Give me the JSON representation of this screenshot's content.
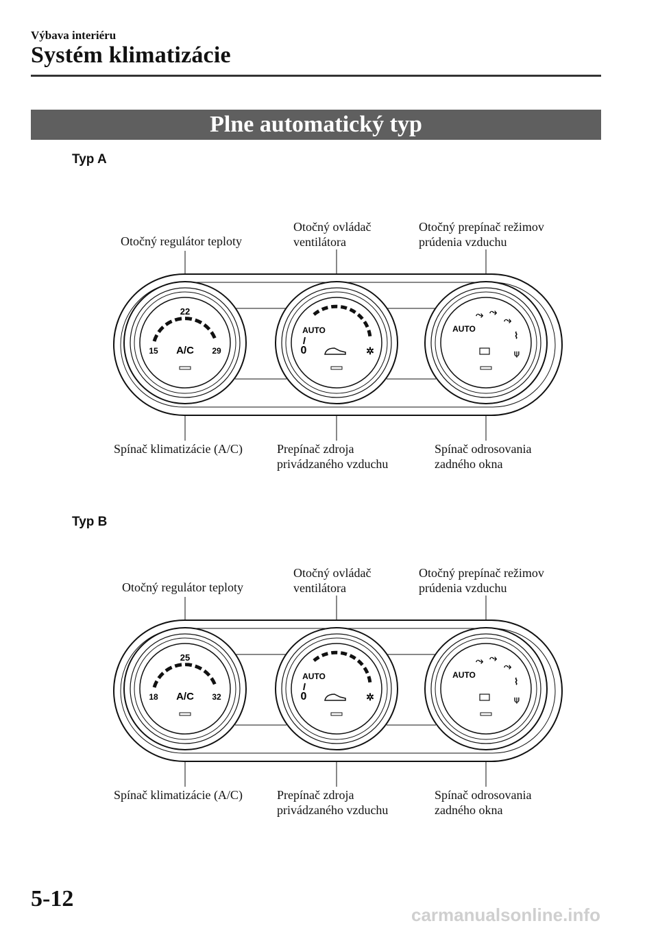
{
  "header": {
    "breadcrumb": "Výbava interiéru",
    "chapter_title": "Systém klimatizácie"
  },
  "section_title": "Plne automatický typ",
  "panels": [
    {
      "type_label": "Typ A",
      "temp_low": "15",
      "temp_mid": "22",
      "temp_high": "29",
      "callouts": {
        "temp_dial": "Otočný regulátor teploty",
        "fan_dial_line1": "Otočný ovládač",
        "fan_dial_line2": "ventilátora",
        "mode_dial_line1": "Otočný prepínač režimov",
        "mode_dial_line2": "prúdenia vzduchu",
        "ac_switch": "Spínač klimatizácie (A/C)",
        "intake_line1": "Prepínač zdroja",
        "intake_line2": "privádzaného vzduchu",
        "defog_line1": "Spínač odrosovania",
        "defog_line2": "zadného okna"
      }
    },
    {
      "type_label": "Typ B",
      "temp_low": "18",
      "temp_mid": "25",
      "temp_high": "32",
      "callouts": {
        "temp_dial": "Otočný regulátor teploty",
        "fan_dial_line1": "Otočný ovládač",
        "fan_dial_line2": "ventilátora",
        "mode_dial_line1": "Otočný prepínač režimov",
        "mode_dial_line2": "prúdenia vzduchu",
        "ac_switch": "Spínač klimatizácie (A/C)",
        "intake_line1": "Prepínač zdroja",
        "intake_line2": "privádzaného vzduchu",
        "defog_line1": "Spínač odrosovania",
        "defog_line2": "zadného okna"
      }
    }
  ],
  "dial_labels": {
    "ac": "A/C",
    "auto": "AUTO",
    "fan_off": "0"
  },
  "page_number": "5-12",
  "watermark": "carmanualsonline.info"
}
